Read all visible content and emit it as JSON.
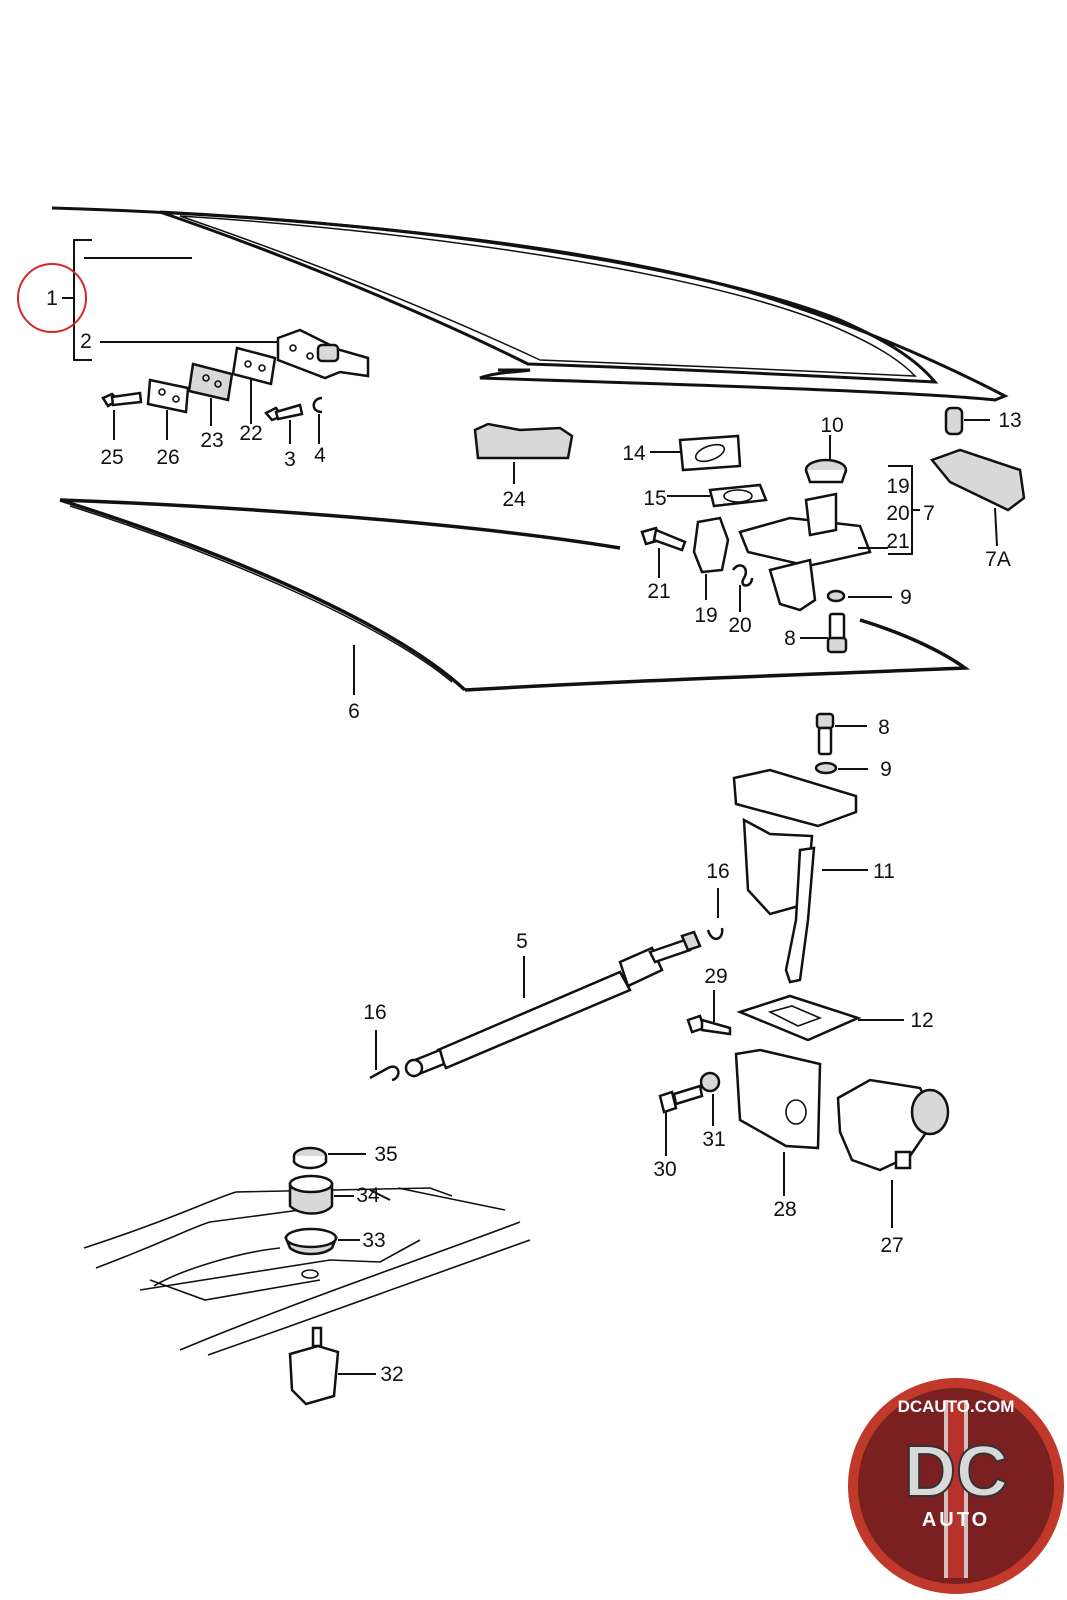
{
  "labels": {
    "p1": "1",
    "p2": "2",
    "p3": "3",
    "p4": "4",
    "p5": "5",
    "p6": "6",
    "p7": "7",
    "p7a": "7A",
    "p8a": "8",
    "p8b": "8",
    "p9a": "9",
    "p9b": "9",
    "p10": "10",
    "p11": "11",
    "p12": "12",
    "p13": "13",
    "p14": "14",
    "p15": "15",
    "p16a": "16",
    "p16b": "16",
    "p19a": "19",
    "p19b": "19",
    "p20a": "20",
    "p20b": "20",
    "p21a": "21",
    "p21b": "21",
    "p22": "22",
    "p23": "23",
    "p24": "24",
    "p25": "25",
    "p26": "26",
    "p27": "27",
    "p28": "28",
    "p29": "29",
    "p30": "30",
    "p31": "31",
    "p32": "32",
    "p33": "33",
    "p34": "34",
    "p35": "35"
  },
  "highlight": {
    "color": "#d62828"
  },
  "logo": {
    "top_text": "DCAUTO.COM",
    "main_text": "DC",
    "bottom_text": "AUTO",
    "colors": {
      "ring": "#c0392b",
      "inner": "#7a2020",
      "stripe": "#b8322c"
    }
  }
}
